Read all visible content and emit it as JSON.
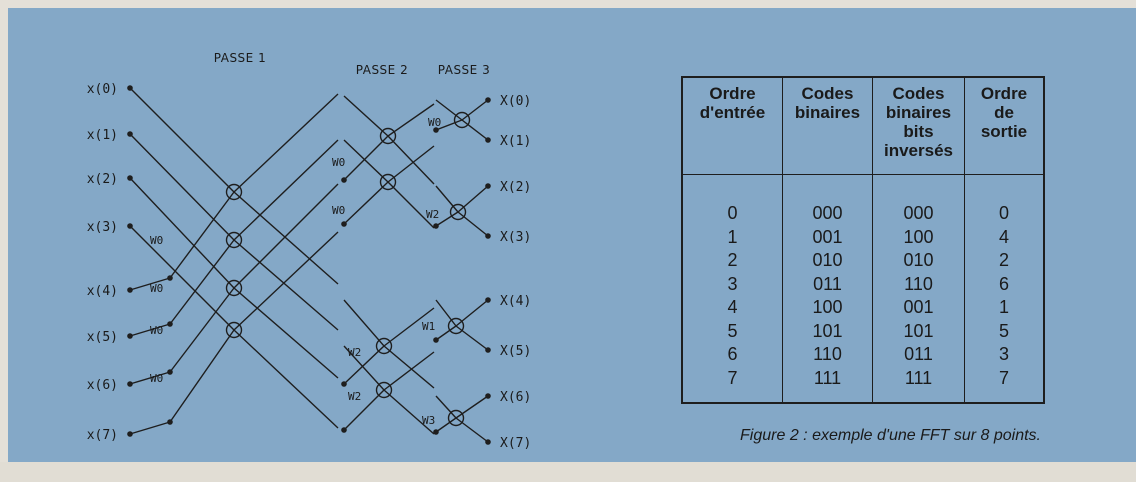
{
  "diagram": {
    "pass_labels": [
      "PASSE 1",
      "PASSE 2",
      "PASSE 3"
    ],
    "inputs": [
      "x(0)",
      "x(1)",
      "x(2)",
      "x(3)",
      "x(4)",
      "x(5)",
      "x(6)",
      "x(7)"
    ],
    "outputs": [
      "X(0)",
      "X(1)",
      "X(2)",
      "X(3)",
      "X(4)",
      "X(5)",
      "X(6)",
      "X(7)"
    ],
    "twiddles_pass1": [
      "W0",
      "W0",
      "W0",
      "W0"
    ],
    "twiddles_pass2": [
      "W0",
      "W0",
      "W2",
      "W2"
    ],
    "twiddles_pass3": [
      "W0",
      "W2",
      "W1",
      "W3"
    ]
  },
  "table": {
    "headers": [
      [
        "Ordre",
        "d'entrée"
      ],
      [
        "Codes",
        "binaires"
      ],
      [
        "Codes",
        "binaires",
        "bits",
        "inversés"
      ],
      [
        "Ordre",
        "de",
        "sortie"
      ]
    ],
    "columns": [
      [
        "0",
        "1",
        "2",
        "3",
        "4",
        "5",
        "6",
        "7"
      ],
      [
        "000",
        "001",
        "010",
        "011",
        "100",
        "101",
        "110",
        "111"
      ],
      [
        "000",
        "100",
        "010",
        "110",
        "001",
        "101",
        "011",
        "111"
      ],
      [
        "0",
        "4",
        "2",
        "6",
        "1",
        "5",
        "3",
        "7"
      ]
    ]
  },
  "caption": "Figure 2 : exemple d'une FFT sur 8 points.",
  "colors": {
    "panel": "#84a8c7",
    "ink": "#1e1e1e",
    "page": "#e4e0d8"
  }
}
